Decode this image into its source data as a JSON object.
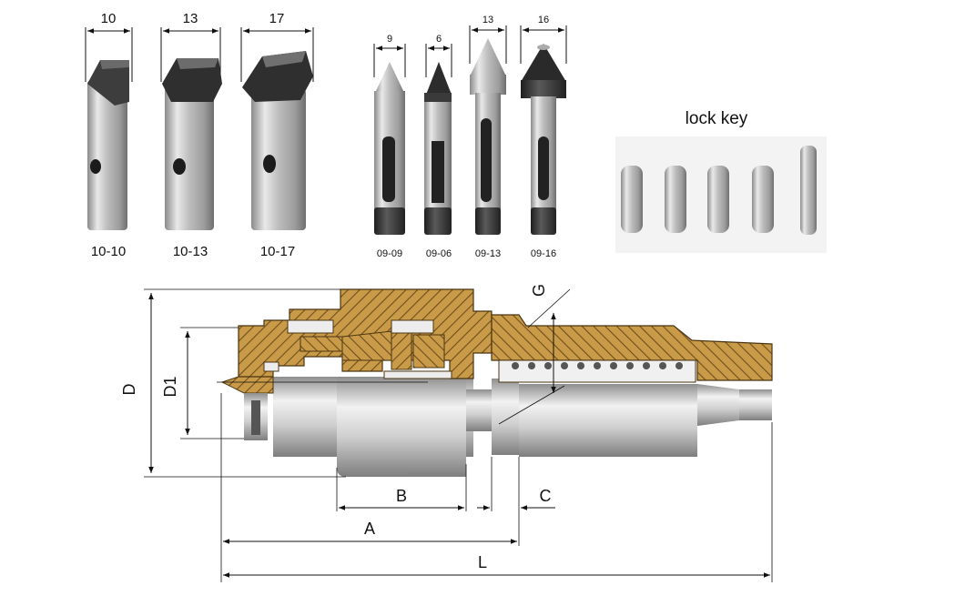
{
  "top_row": {
    "group1": {
      "dims": [
        "10",
        "13",
        "17"
      ],
      "labels": [
        "10-10",
        "10-13",
        "10-17"
      ]
    },
    "group2": {
      "dims": [
        "9",
        "6",
        "13",
        "16"
      ],
      "labels": [
        "09-09",
        "09-06",
        "09-13",
        "09-16"
      ]
    },
    "lock_key": {
      "title": "lock key",
      "count": 5
    }
  },
  "drawing": {
    "dimensions": {
      "D": "D",
      "D1": "D1",
      "G": "G",
      "B": "B",
      "C": "C",
      "A": "A",
      "L": "L"
    },
    "colors": {
      "section": "#c99a48",
      "hatch": "#6d4f1d",
      "steel": "#d8d8d8",
      "dark_steel": "#3a3a3a"
    }
  }
}
